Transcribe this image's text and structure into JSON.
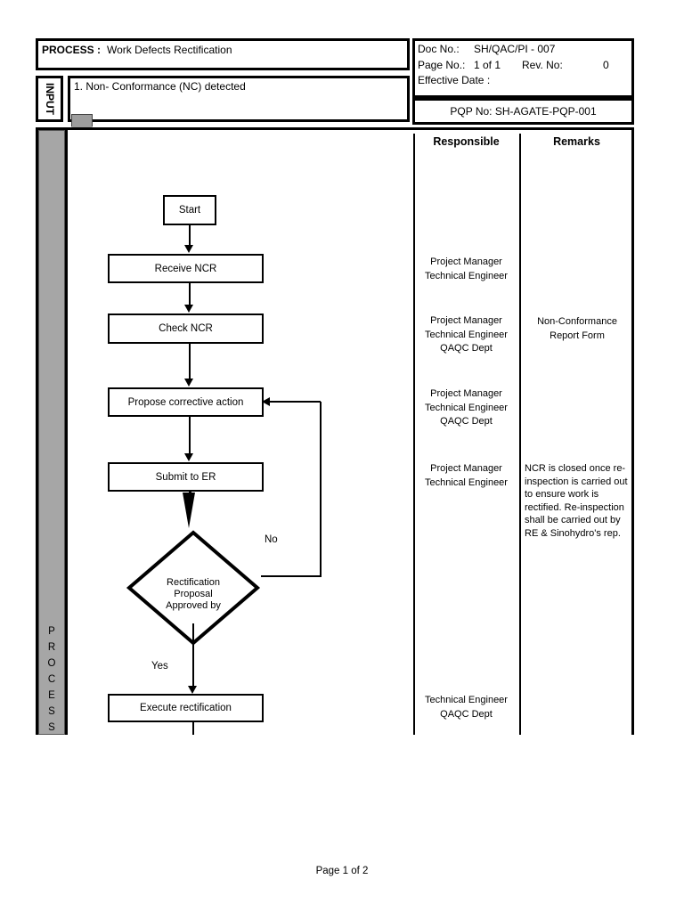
{
  "header": {
    "process_label": "PROCESS :",
    "process_value": "Work Defects Rectification",
    "doc_no_label": "Doc No.:",
    "doc_no_value": "SH/QAC/PI - 007",
    "page_no_label": "Page No.:",
    "page_no_value": "1 of 1",
    "rev_no_label": "Rev. No:",
    "rev_no_value": "0",
    "effective_date_label": "Effective Date :",
    "pqp_no": "PQP No: SH-AGATE-PQP-001"
  },
  "input_section": {
    "label": "INPUT",
    "content": "1. Non- Conformance (NC) detected"
  },
  "process_section": {
    "label_letters": [
      "P",
      "R",
      "O",
      "C",
      "E",
      "S",
      "S"
    ]
  },
  "columns": {
    "responsible_header": "Responsible",
    "remarks_header": "Remarks"
  },
  "flowchart": {
    "type": "flowchart",
    "nodes": [
      {
        "id": "start",
        "shape": "terminator",
        "label": "Start"
      },
      {
        "id": "receive",
        "shape": "process",
        "label": "Receive NCR"
      },
      {
        "id": "check",
        "shape": "process",
        "label": "Check NCR"
      },
      {
        "id": "propose",
        "shape": "process",
        "label": "Propose corrective action"
      },
      {
        "id": "submit",
        "shape": "process",
        "label": "Submit to ER"
      },
      {
        "id": "decision",
        "shape": "decision",
        "label_lines": [
          "Rectification",
          "Proposal",
          "Approved by"
        ]
      },
      {
        "id": "execute",
        "shape": "process",
        "label": "Execute rectification"
      }
    ],
    "edges": [
      {
        "from": "start",
        "to": "receive",
        "label": ""
      },
      {
        "from": "receive",
        "to": "check",
        "label": ""
      },
      {
        "from": "check",
        "to": "propose",
        "label": ""
      },
      {
        "from": "propose",
        "to": "submit",
        "label": ""
      },
      {
        "from": "submit",
        "to": "decision",
        "label": ""
      },
      {
        "from": "decision",
        "to": "propose",
        "label": "No"
      },
      {
        "from": "decision",
        "to": "execute",
        "label": "Yes"
      }
    ],
    "edge_labels": {
      "no": "No",
      "yes": "Yes"
    }
  },
  "responsible": {
    "receive": [
      "Project Manager",
      "Technical Engineer"
    ],
    "check": [
      "Project Manager",
      "Technical Engineer",
      "QAQC Dept"
    ],
    "propose": [
      "Project Manager",
      "Technical Engineer",
      "QAQC Dept"
    ],
    "submit": [
      "Project Manager",
      "Technical Engineer"
    ],
    "execute": [
      "Technical Engineer",
      "QAQC Dept"
    ]
  },
  "remarks": {
    "check": [
      "Non-Conformance",
      "Report Form"
    ],
    "submit": "NCR is closed once re-inspection is carried out to ensure work is rectified.  Re-inspection shall be carried out by RE & Sinohydro's rep."
  },
  "footer": {
    "page_text": "Page 1 of 2"
  },
  "colors": {
    "line": "#000000",
    "process_bar": "#a6a6a6",
    "connector": "#9d9d9d",
    "background": "#ffffff"
  }
}
